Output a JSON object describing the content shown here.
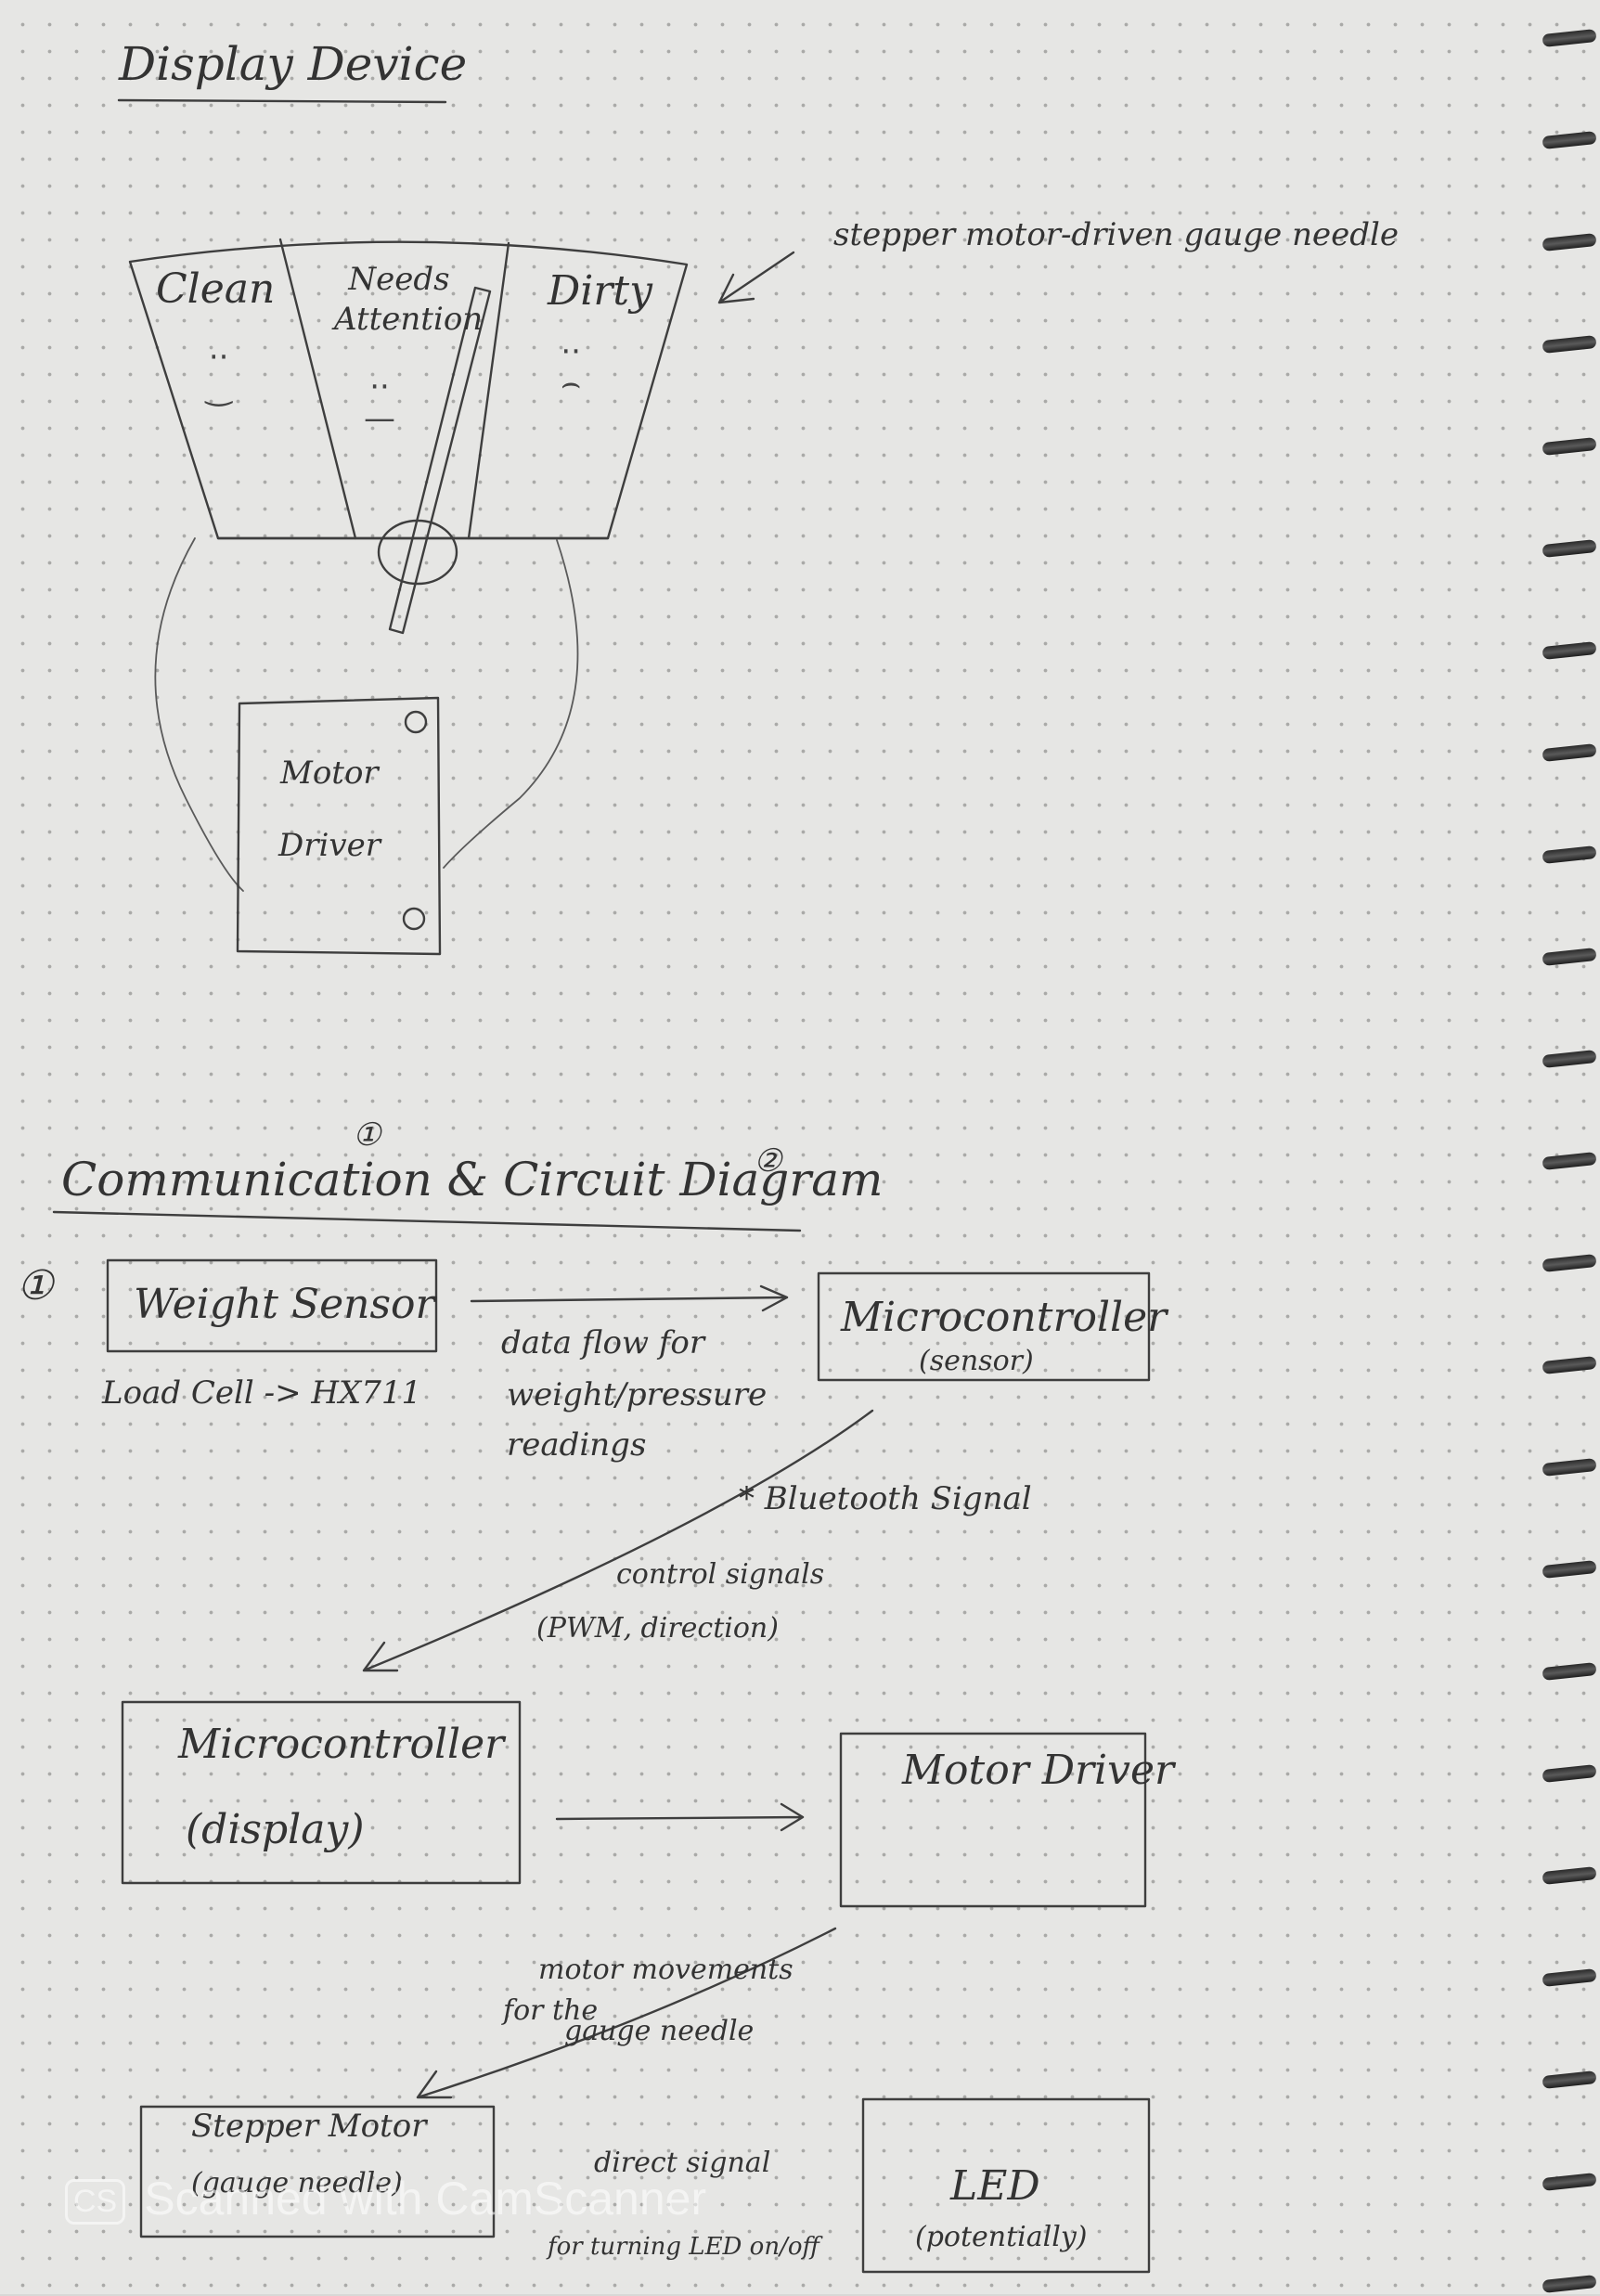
{
  "display_section": {
    "title": "Display Device",
    "gauge": {
      "zones": [
        "Clean",
        "Needs Attention",
        "Dirty"
      ],
      "faces": [
        "··\n‿",
        "··\n—",
        "··\n⌢"
      ],
      "pointer_note": "stepper motor-driven gauge needle"
    },
    "motor_driver_label": [
      "Motor",
      "Driver"
    ]
  },
  "diagram_section": {
    "title": "Communication & Circuit Diagram",
    "marker_1": "①",
    "marker_2": "②",
    "row_marker": "①",
    "boxes": {
      "weight_sensor": "Weight Sensor",
      "weight_sensor_note": "Load Cell -> HX711",
      "micro_sensor": "Microcontroller",
      "micro_sensor_sub": "(sensor)",
      "micro_display": "Microcontroller",
      "micro_display_sub": "(display)",
      "motor_driver": "Motor Driver",
      "stepper_motor": "Stepper Motor",
      "stepper_motor_sub": "(gauge needle)",
      "led": "LED",
      "led_sub": "(potentially)"
    },
    "arrows": {
      "data_flow": [
        "data flow for",
        "weight/pressure",
        "readings"
      ],
      "bluetooth": "* Bluetooth Signal",
      "control": [
        "control signals",
        "(PWM, direction)"
      ],
      "motor_movements": [
        "motor movements",
        "for the",
        "gauge needle"
      ],
      "direct_signal": [
        "direct signal",
        "for turning LED on/off"
      ]
    }
  },
  "watermark": {
    "logo": "CS",
    "text": "Scanned with CamScanner"
  }
}
